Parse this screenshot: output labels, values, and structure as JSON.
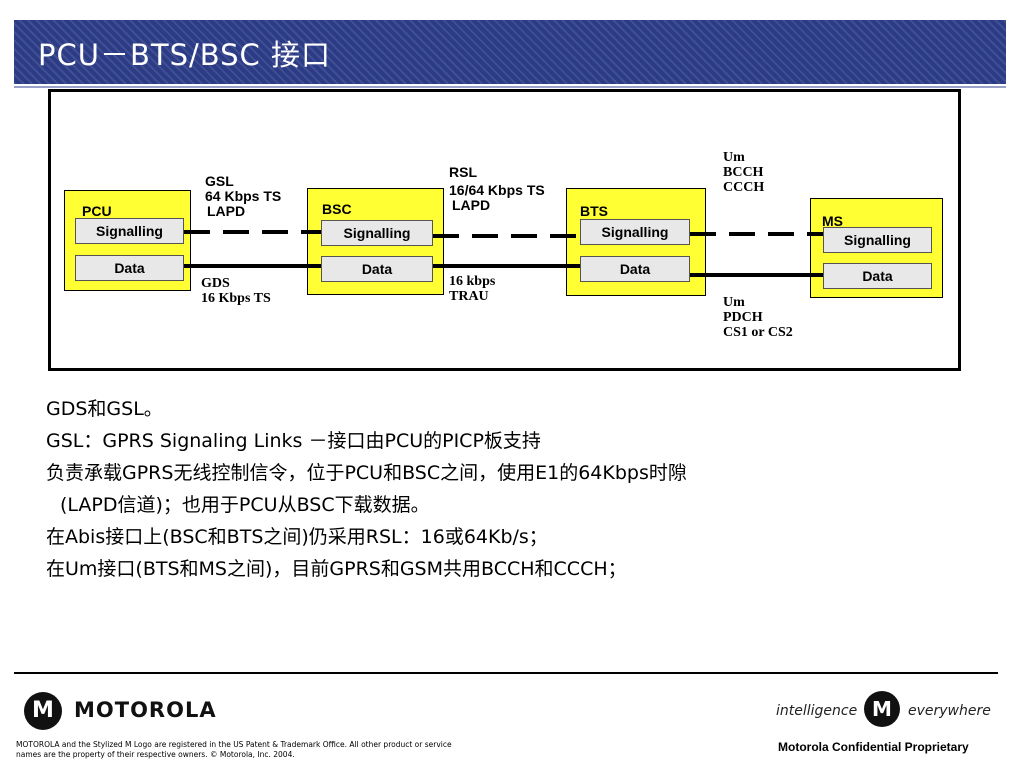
{
  "title": "PCU－BTS/BSC 接口",
  "diagram": {
    "nodes": {
      "pcu": {
        "label": "PCU",
        "signalling": "Signalling",
        "data": "Data"
      },
      "bsc": {
        "label": "BSC",
        "signalling": "Signalling",
        "data": "Data"
      },
      "bts": {
        "label": "BTS",
        "signalling": "Signalling",
        "data": "Data"
      },
      "ms": {
        "label": "MS",
        "signalling": "Signalling",
        "data": "Data"
      }
    },
    "annotations": {
      "gsl": [
        "GSL",
        "64 Kbps TS",
        "LAPD"
      ],
      "rsl": [
        "RSL",
        "16/64 Kbps TS",
        "LAPD"
      ],
      "um_ctrl": [
        "Um",
        "BCCH",
        "CCCH"
      ],
      "gds": [
        "GDS",
        "16 Kbps TS"
      ],
      "trau": [
        "16 kbps",
        "TRAU"
      ],
      "um_data": [
        "Um",
        "PDCH",
        "CS1 or CS2"
      ]
    }
  },
  "bullets": [
    "GDS和GSL。",
    "GSL：GPRS Signaling Links －接口由PCU的PICP板支持",
    "负责承载GPRS无线控制信令，位于PCU和BSC之间，使用E1的64Kbps时隙",
    "(LAPD信道)；也用于PCU从BSC下载数据。",
    "在Abis接口上(BSC和BTS之间)仍采用RSL：16或64Kb/s；",
    "在Um接口(BTS和MS之间)，目前GPRS和GSM共用BCCH和CCCH；"
  ],
  "footer": {
    "brand": "MOTOROLA",
    "logo_icon": "motorola-m-logo",
    "tagline_left": "intelligence",
    "tagline_right": "everywhere",
    "disclaimer": "MOTOROLA and the Stylized M Logo are registered in the US Patent & Trademark Office. All other product or service names are the property of their respective owners. © Motorola, Inc. 2004.",
    "confidential": "Motorola Confidential Proprietary"
  },
  "colors": {
    "title_bg": "#2b3b86",
    "node_fill": "#ffff33",
    "cell_fill": "#e8e8e8"
  }
}
